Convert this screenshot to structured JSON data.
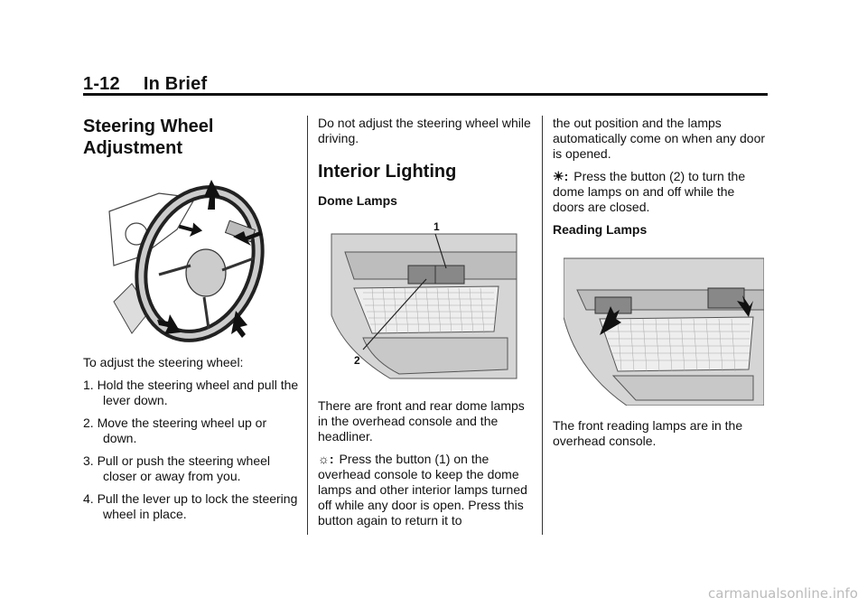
{
  "header": {
    "page_number": "1-12",
    "section": "In Brief"
  },
  "col1": {
    "heading": "Steering Wheel Adjustment",
    "intro": "To adjust the steering wheel:",
    "steps": [
      "1. Hold the steering wheel and pull the lever down.",
      "2. Move the steering wheel up or down.",
      "3. Pull or push the steering wheel closer or away from you.",
      "4. Pull the lever up to lock the steering wheel in place."
    ]
  },
  "col2": {
    "warning": "Do not adjust the steering wheel while driving.",
    "heading": "Interior Lighting",
    "subheading": "Dome Lamps",
    "figure_labels": {
      "one": "1",
      "two": "2"
    },
    "desc": "There are front and rear dome lamps in the overhead console and the headliner.",
    "symbol_text": ":",
    "button1_desc": "Press the button (1) on the overhead console to keep the dome lamps and other interior lamps turned off while any door is open. Press this button again to return it to"
  },
  "col3": {
    "continued": "the out position and the lamps automatically come on when any door is opened.",
    "symbol_text": ":",
    "button2_desc": "Press the button (2) to turn the dome lamps on and off while the doors are closed.",
    "subheading": "Reading Lamps",
    "reading_desc": "The front reading lamps are in the overhead console."
  },
  "footer": {
    "watermark": "carmanualsonline.info"
  }
}
